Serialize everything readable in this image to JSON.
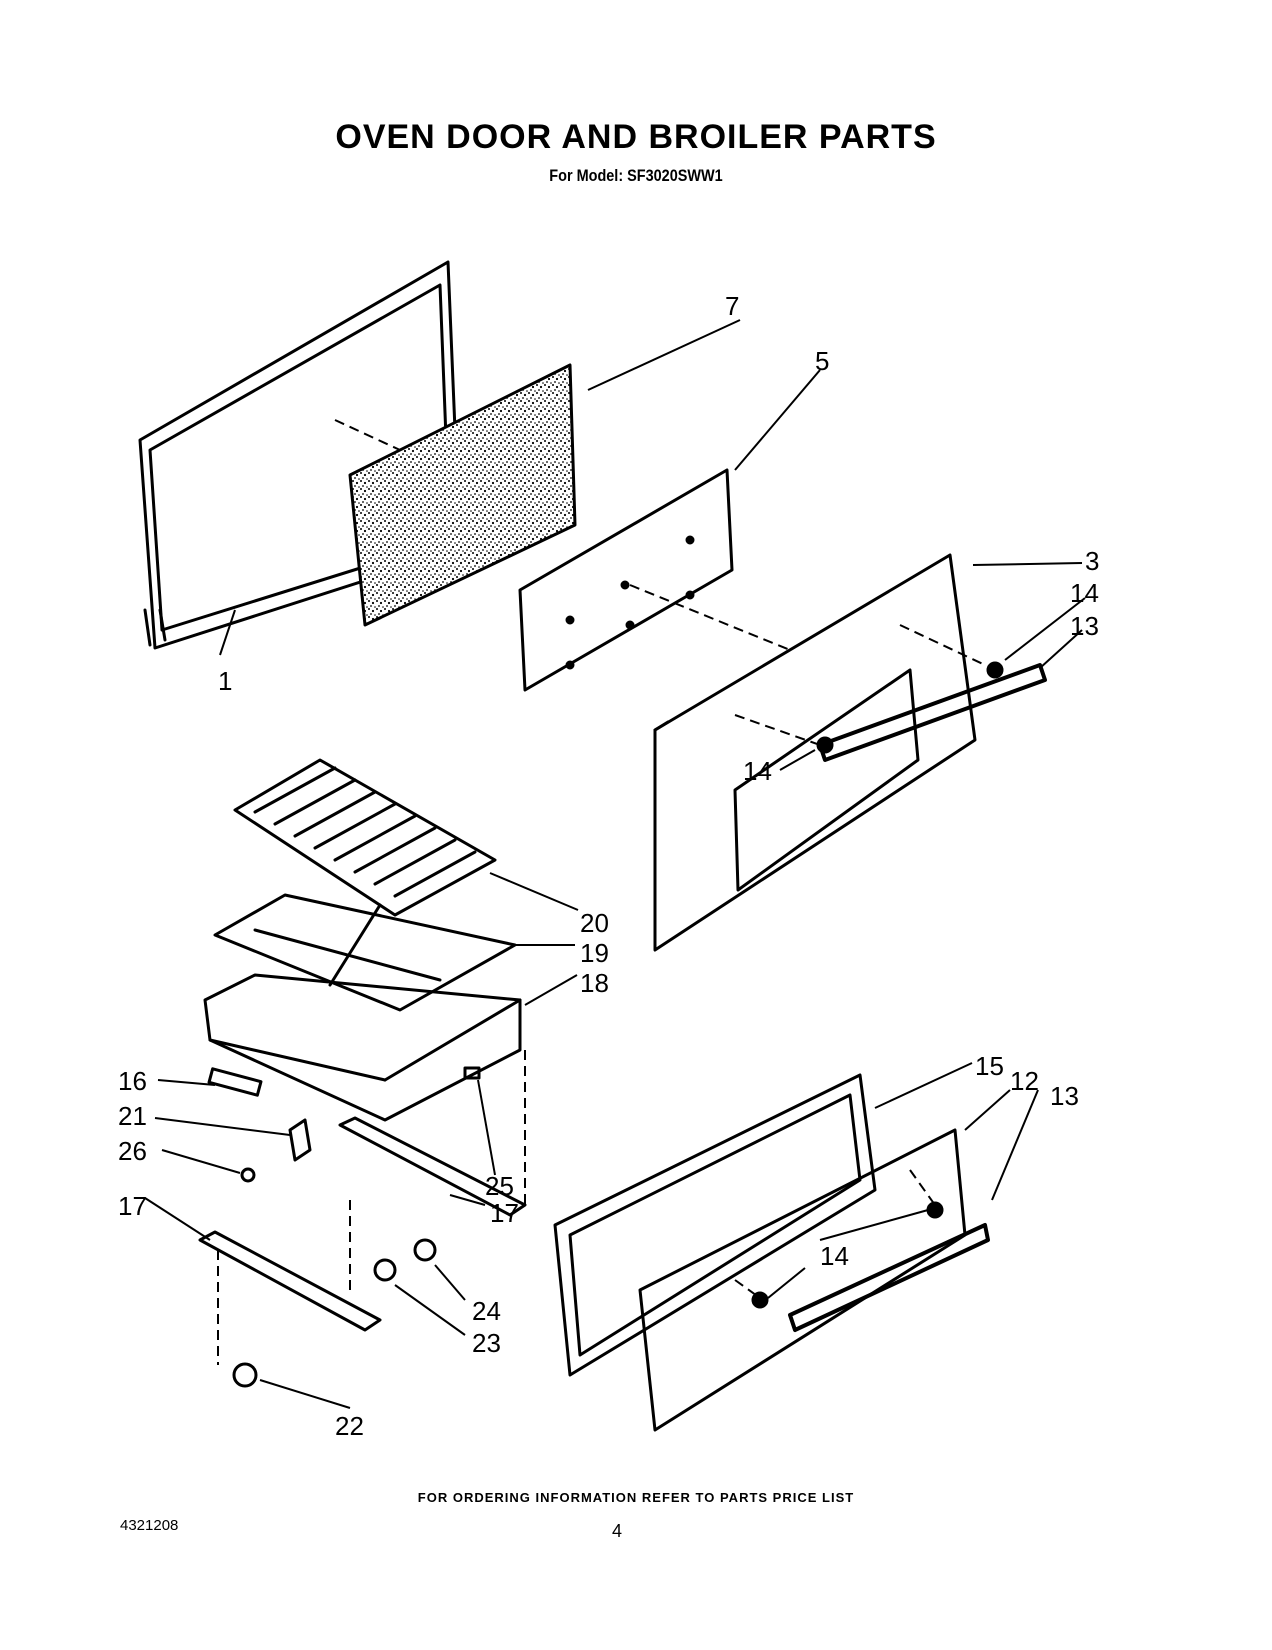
{
  "header": {
    "title": "OVEN DOOR AND BROILER PARTS",
    "subtitle": "For Model: SF3020SWW1"
  },
  "callouts": {
    "c1": "1",
    "c3": "3",
    "c5": "5",
    "c7": "7",
    "c12": "12",
    "c13a": "13",
    "c13b": "13",
    "c14a": "14",
    "c14b": "14",
    "c14c": "14",
    "c15": "15",
    "c16": "16",
    "c17a": "17",
    "c17b": "17",
    "c18": "18",
    "c19": "19",
    "c20": "20",
    "c21": "21",
    "c22": "22",
    "c23": "23",
    "c24": "24",
    "c25": "25",
    "c26": "26"
  },
  "footer": {
    "ordering_note": "FOR ORDERING INFORMATION REFER TO PARTS PRICE LIST",
    "doc_number": "4321208",
    "page_number": "4"
  }
}
